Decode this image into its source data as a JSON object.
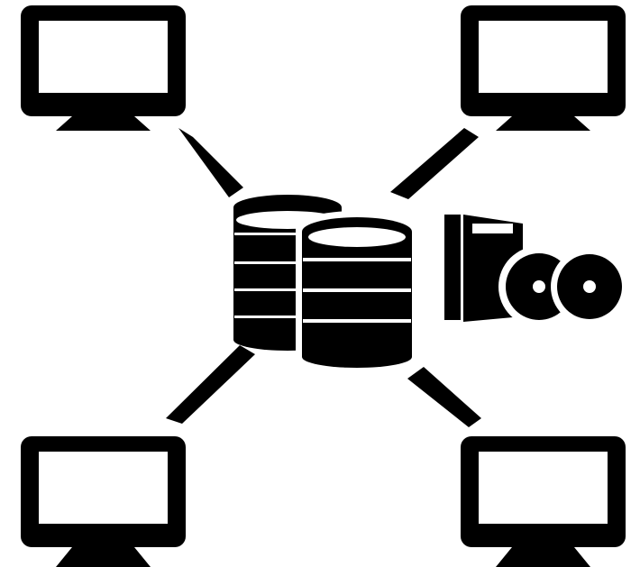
{
  "diagram": {
    "background": "#ffffff",
    "ink": "#000000",
    "hub": {
      "databases": [
        "database-icon",
        "database-icon"
      ],
      "software_package": "software-box-icon",
      "discs": [
        "disc-icon",
        "disc-icon"
      ]
    },
    "clients": [
      {
        "icon": "monitor-icon",
        "position": "top-left"
      },
      {
        "icon": "monitor-icon",
        "position": "top-right"
      },
      {
        "icon": "monitor-icon",
        "position": "bottom-left"
      },
      {
        "icon": "monitor-icon",
        "position": "bottom-right"
      }
    ]
  }
}
